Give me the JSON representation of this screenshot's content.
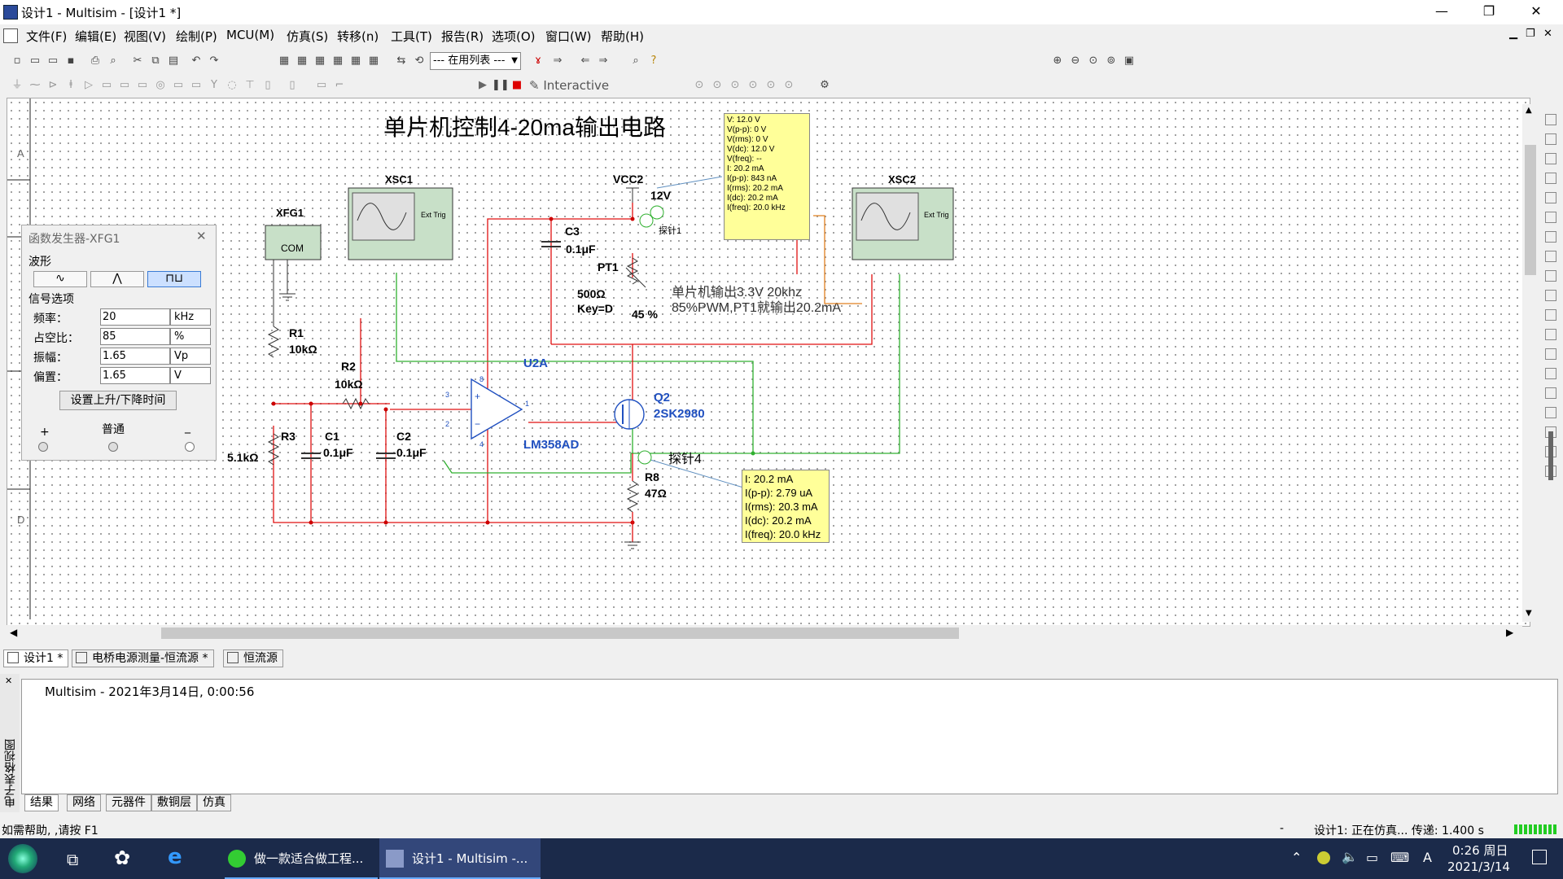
{
  "titlebar": {
    "title": "设计1 - Multisim - [设计1 *]",
    "min": "—",
    "restore": "❐",
    "close": "✕"
  },
  "menu": [
    "文件(F)",
    "编辑(E)",
    "视图(V)",
    "绘制(P)",
    "MCU(M)",
    "仿真(S)",
    "转移(n)",
    "工具(T)",
    "报告(R)",
    "选项(O)",
    "窗口(W)",
    "帮助(H)"
  ],
  "toolbar": {
    "in_use_list": "--- 在用列表 ---",
    "interactive": "Interactive"
  },
  "circuit": {
    "title": "单片机控制4-20ma输出电路",
    "note_line1": "单片机输出3.3V 20khz",
    "note_line2": "85%PWM,PT1就输出20.2mA",
    "xsc1": "XSC1",
    "xsc2": "XSC2",
    "xfg1": "XFG1",
    "ext_trig": "Ext Trig",
    "com": "COM",
    "vcc2": "VCC2",
    "v12": "12V",
    "probe1": "探针1",
    "probe4": "探针4",
    "c3": "C3",
    "c3v": "0.1μF",
    "pt1": "PT1",
    "pt1v": "500Ω",
    "key": "Key=D",
    "pct": "45 %",
    "r1": "R1",
    "r1v": "10kΩ",
    "r2": "R2",
    "r2v": "10kΩ",
    "r3": "R3",
    "r3v": "5.1kΩ",
    "c1": "C1",
    "c1v": "0.1μF",
    "c2": "C2",
    "c2v": "0.1μF",
    "u2a": "U2A",
    "lm358": "LM358AD",
    "q2": "Q2",
    "q2v": "2SK2980",
    "r8": "R8",
    "r8v": "47Ω",
    "pin3": "3",
    "pin2": "2",
    "pin1": "1",
    "pin8": "8",
    "pin4": "4",
    "row_a": "A",
    "row_d": "D",
    "probe1_lines": [
      "V: 12.0 V",
      "V(p-p): 0 V",
      "V(rms): 0 V",
      "V(dc): 12.0 V",
      "V(freq): --",
      "I: 20.2 mA",
      "I(p-p): 843 nA",
      "I(rms): 20.2 mA",
      "I(dc): 20.2 mA",
      "I(freq): 20.0 kHz"
    ],
    "probe4_lines": [
      "I: 20.2 mA",
      "I(p-p): 2.79 uA",
      "I(rms): 20.3 mA",
      "I(dc): 20.2 mA",
      "I(freq): 20.0 kHz"
    ]
  },
  "fg": {
    "title": "函数发生器-XFG1",
    "waveform_label": "波形",
    "signal_label": "信号选项",
    "rows": [
      {
        "label": "频率：",
        "value": "20",
        "unit": "kHz"
      },
      {
        "label": "占空比：",
        "value": "85",
        "unit": "%"
      },
      {
        "label": "振幅：",
        "value": "1.65",
        "unit": "Vp"
      },
      {
        "label": "偏置：",
        "value": "1.65",
        "unit": "V"
      }
    ],
    "rise_fall_button": "设置上升/下降时间",
    "plus": "+",
    "common": "普通",
    "minus": "_"
  },
  "doctabs": [
    "设计1 *",
    "电桥电源测量-恒流源 *",
    "恒流源"
  ],
  "output": {
    "log": "Multisim  -  2021年3月14日, 0:00:56",
    "side_label": "电子表格视图"
  },
  "result_tabs": [
    "结果",
    "网络",
    "元器件",
    "敷铜层",
    "仿真"
  ],
  "status": {
    "help": "如需帮助, ,请按 F1",
    "dash": "-",
    "sim": "设计1: 正在仿真... 传递: 1.400 s"
  },
  "taskbar": {
    "app1": "做一款适合做工程...",
    "app2": "设计1 - Multisim -...",
    "time": "0:26 周日",
    "date": "2021/3/14",
    "ime": "A"
  }
}
